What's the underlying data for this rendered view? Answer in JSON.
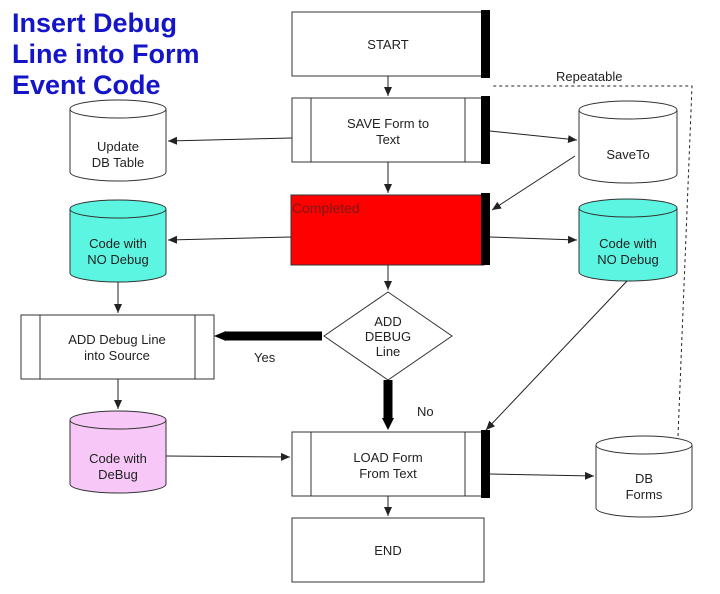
{
  "title": {
    "lines": [
      "Insert Debug",
      "Line into Form",
      "Event Code"
    ]
  },
  "nodes": {
    "start": "START",
    "save_form": [
      "SAVE Form to",
      "Text"
    ],
    "update_db": [
      "Update",
      "DB Table"
    ],
    "save_to": "SaveTo",
    "completed": "Completed",
    "code_no_debug_left": [
      "Code with",
      "NO Debug"
    ],
    "code_no_debug_right": [
      "Code with",
      "NO Debug"
    ],
    "add_debug_line": [
      "ADD Debug Line",
      "into Source"
    ],
    "add_debug_decision": [
      "ADD",
      "DEBUG",
      "Line"
    ],
    "code_with_debug": [
      "Code with",
      "DeBug"
    ],
    "load_form": [
      "LOAD Form",
      "From Text"
    ],
    "db_forms": [
      "DB",
      "Forms"
    ],
    "end": "END"
  },
  "edge_labels": {
    "repeatable": "Repeatable",
    "yes": "Yes",
    "no": "No"
  },
  "colors": {
    "title": "#1414c8",
    "cyan_fill": "#5cf5e2",
    "pink_fill": "#f7c8f7",
    "red_fill": "#ff0000",
    "line": "#333333"
  }
}
